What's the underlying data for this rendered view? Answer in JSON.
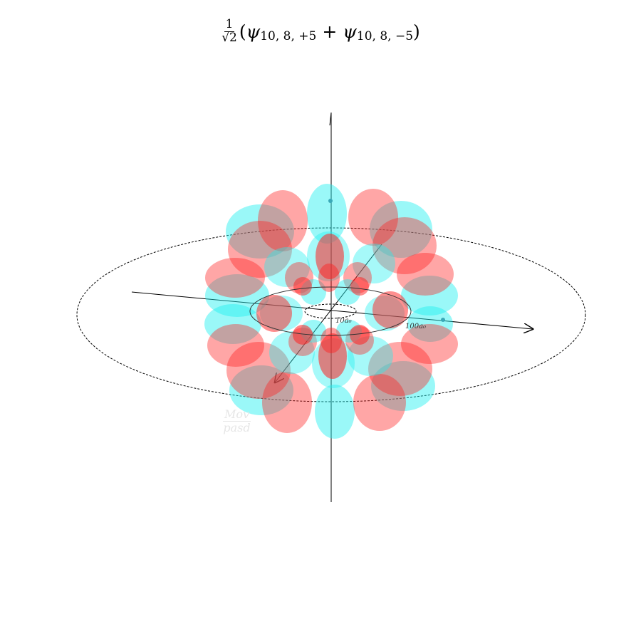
{
  "title": {
    "frac_num": "1",
    "frac_den": "√2",
    "psi_symbol": "ψ",
    "open_paren": "(",
    "term1_sub": "10, 8, +5",
    "plus": "+",
    "term2_sub": "10, 8, −5",
    "close_paren": ")"
  },
  "axes": {
    "inner_ring_label": "10a₀",
    "outer_ring_label": "100a₀"
  },
  "watermark": {
    "top": "Mov",
    "bottom": "pasd"
  },
  "colors": {
    "positive_lobe": "#ff2020",
    "negative_lobe": "#20f0f0",
    "axis": "#000000"
  }
}
